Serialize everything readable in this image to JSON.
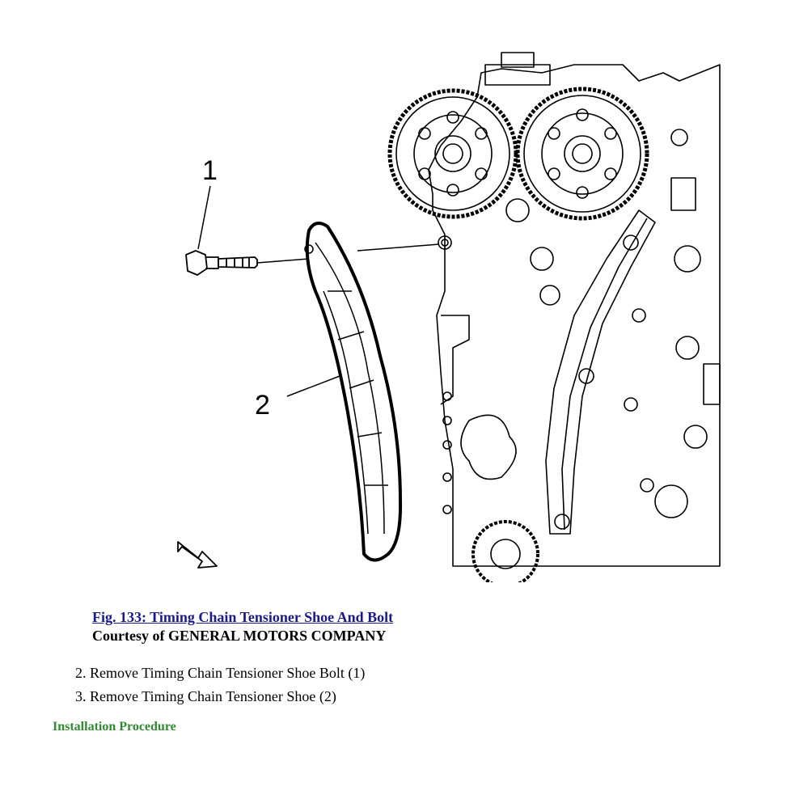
{
  "figure": {
    "callout_1": "1",
    "callout_2": "2"
  },
  "caption": {
    "title": "Fig. 133: Timing Chain Tensioner Shoe And Bolt",
    "courtesy": "Courtesy of GENERAL MOTORS COMPANY"
  },
  "steps": [
    "2. Remove Timing Chain Tensioner Shoe Bolt (1)",
    "3. Remove Timing Chain Tensioner Shoe (2)"
  ],
  "section_heading": "Installation Procedure",
  "colors": {
    "link": "#1a1a8c",
    "heading": "#2e8b2e"
  }
}
